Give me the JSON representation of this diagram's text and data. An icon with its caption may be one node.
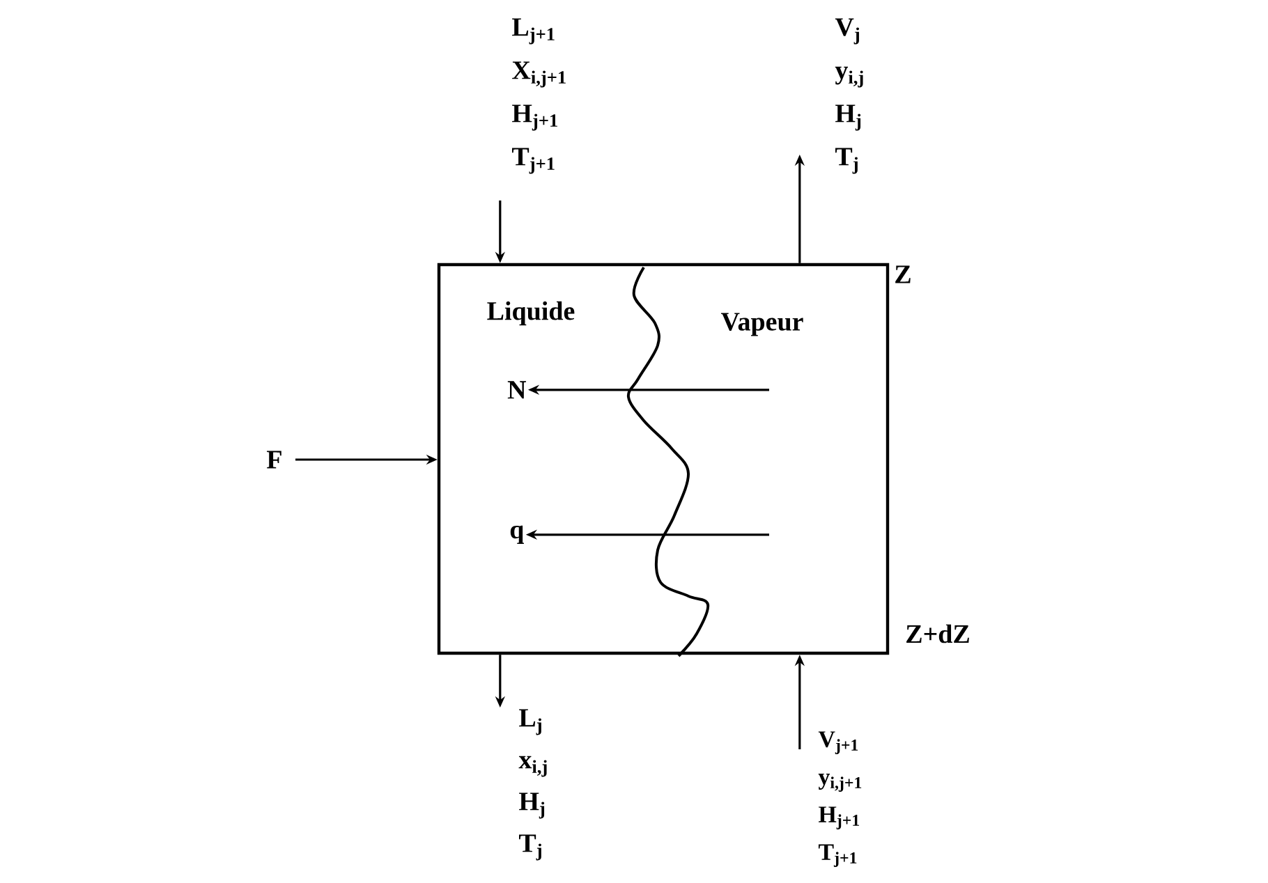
{
  "diagram": {
    "nodes": [
      {
        "text": [
          "Liquide",
          "Vapeur"
        ]
      },
      {
        "text": [
          "N"
        ],
        "in": 0
      },
      {
        "text": [
          "q"
        ],
        "in": 0
      },
      {
        "text": [
          "F"
        ]
      },
      {
        "text": [
          "L$_{j+1}$",
          "X$_{i,j+1}$",
          "H$_{j+1}$",
          "T$_{j+1}$"
        ]
      },
      {
        "text": [
          "V$_{j}$",
          "y$_{i,j}$",
          "H$_{j}$",
          "T$_{j}$"
        ]
      },
      {
        "text": [
          "L$_{j}$",
          "x$_{i,j}$",
          "H$_{j}$",
          "T$_{j}$"
        ]
      },
      {
        "text": [
          "V$_{j+1}$",
          "y$_{i,j+1}$",
          "H$_{j+1}$",
          "T$_{j+1}$"
        ]
      }
    ],
    "edges": [
      {
        "from": null,
        "to": 1,
        "arrow": "to"
      },
      {
        "from": null,
        "to": 2,
        "arrow": "to"
      },
      {
        "from": 3,
        "to": 0,
        "arrow": "to"
      },
      {
        "from": 4,
        "to": 0,
        "arrow": "to"
      },
      {
        "from": 0,
        "to": 5,
        "arrow": "to"
      },
      {
        "from": 0,
        "to": 6,
        "arrow": "to"
      },
      {
        "from": 7,
        "to": 0,
        "arrow": "to"
      }
    ],
    "labels": [
      "Z",
      "Z+dZ"
    ]
  }
}
